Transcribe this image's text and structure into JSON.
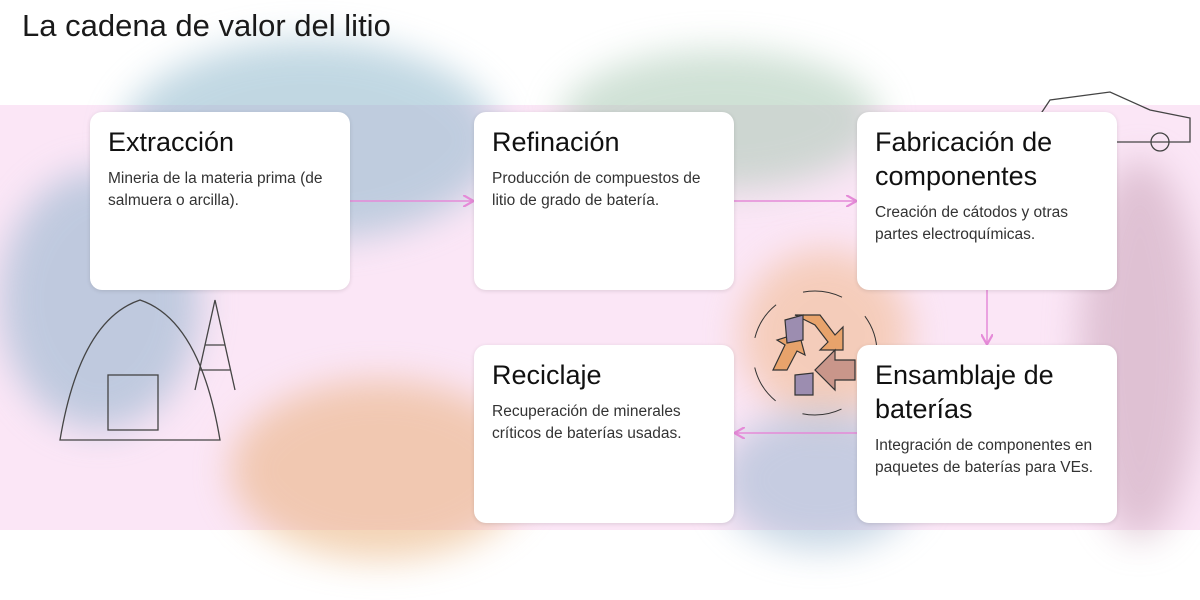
{
  "title": "La cadena de valor del litio",
  "stages": [
    {
      "title": "Extracción",
      "description": "Mineria de la materia prima (de salmuera o arcilla)."
    },
    {
      "title": "Refinación",
      "description": "Producción de compuestos de litio de grado de batería."
    },
    {
      "title": "Fabricación de componentes",
      "description": "Creación de cátodos y otras partes electroquímicas."
    },
    {
      "title": "Ensamblaje de baterías",
      "description": "Integración de componentes en paquetes de baterías para VEs."
    },
    {
      "title": "Reciclaje",
      "description": "Recuperación de minerales críticos de baterías usadas."
    }
  ],
  "colors": {
    "band": "#fbe6f6",
    "arrow": "#e58ad8",
    "recycle_orange": "#e8a36b",
    "recycle_purple": "#9c8db0"
  }
}
